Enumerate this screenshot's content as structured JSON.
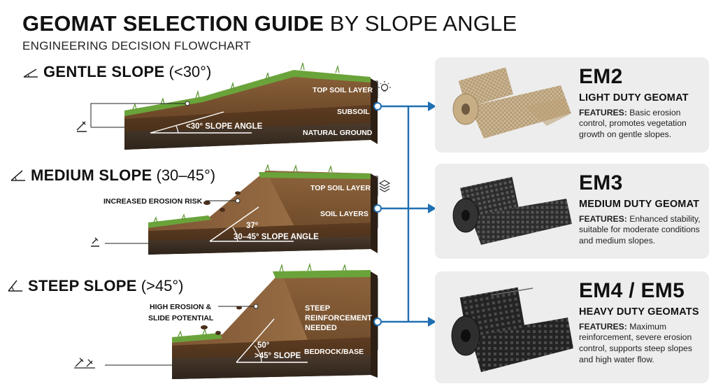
{
  "header": {
    "title_bold": "GEOMAT SELECTION GUIDE",
    "title_light": "BY SLOPE ANGLE",
    "subtitle": "ENGINEERING DECISION FLOWCHART"
  },
  "slopes": [
    {
      "name": "GENTLE SLOPE",
      "range": "(<30°)",
      "layers": [
        "TOP SOIL LAYER",
        "SUBSOIL",
        "NATURAL GROUND"
      ],
      "angle_label": "<30° SLOPE ANGLE",
      "note": ""
    },
    {
      "name": "MEDIUM SLOPE",
      "range": "(30–45°)",
      "layers": [
        "TOP SOIL LAYER",
        "SOIL LAYERS"
      ],
      "angle_value": "37°",
      "angle_label": "30–45° SLOPE ANGLE",
      "note": "INCREASED EROSION RISK"
    },
    {
      "name": "STEEP SLOPE",
      "range": "(>45°)",
      "layers": [
        "STEEP REINFORCEMENT NEEDED",
        "BEDROCK/BASE"
      ],
      "layer_lines": [
        "STEEP",
        "REINFORCEMENT",
        "NEEDED"
      ],
      "angle_value": "50°",
      "angle_label": ">45° SLOPE",
      "note_lines": [
        "HIGH EROSION &",
        "SLIDE POTENTIAL"
      ]
    }
  ],
  "products": [
    {
      "code": "EM2",
      "duty": "LIGHT DUTY GEOMAT",
      "features_label": "FEATURES:",
      "features": "Basic erosion control, promotes vegetation growth on gentle slopes."
    },
    {
      "code": "EM3",
      "duty": "MEDIUM DUTY GEOMAT",
      "features_label": "FEATURES:",
      "features": "Enhanced stability, suitable for moderate conditions and medium slopes."
    },
    {
      "code": "EM4 / EM5",
      "duty": "HEAVY DUTY GEOMATS",
      "features_label": "FEATURES:",
      "features": "Maximum reinforcement, severe erosion control, supports steep slopes and high water flow."
    }
  ],
  "colors": {
    "flow_line": "#1f6fb2",
    "card_bg": "#ededed",
    "grass": "#6aa33a",
    "topsoil": "#7a5532",
    "subsoil": "#5a3b22",
    "ground": "#3e2a1a",
    "mat_light": "#cdb692",
    "mat_dark": "#2a2a2a"
  },
  "icons": [
    "slope-angle-icon",
    "lightbulb-icon",
    "layers-icon",
    "tools-icon"
  ]
}
